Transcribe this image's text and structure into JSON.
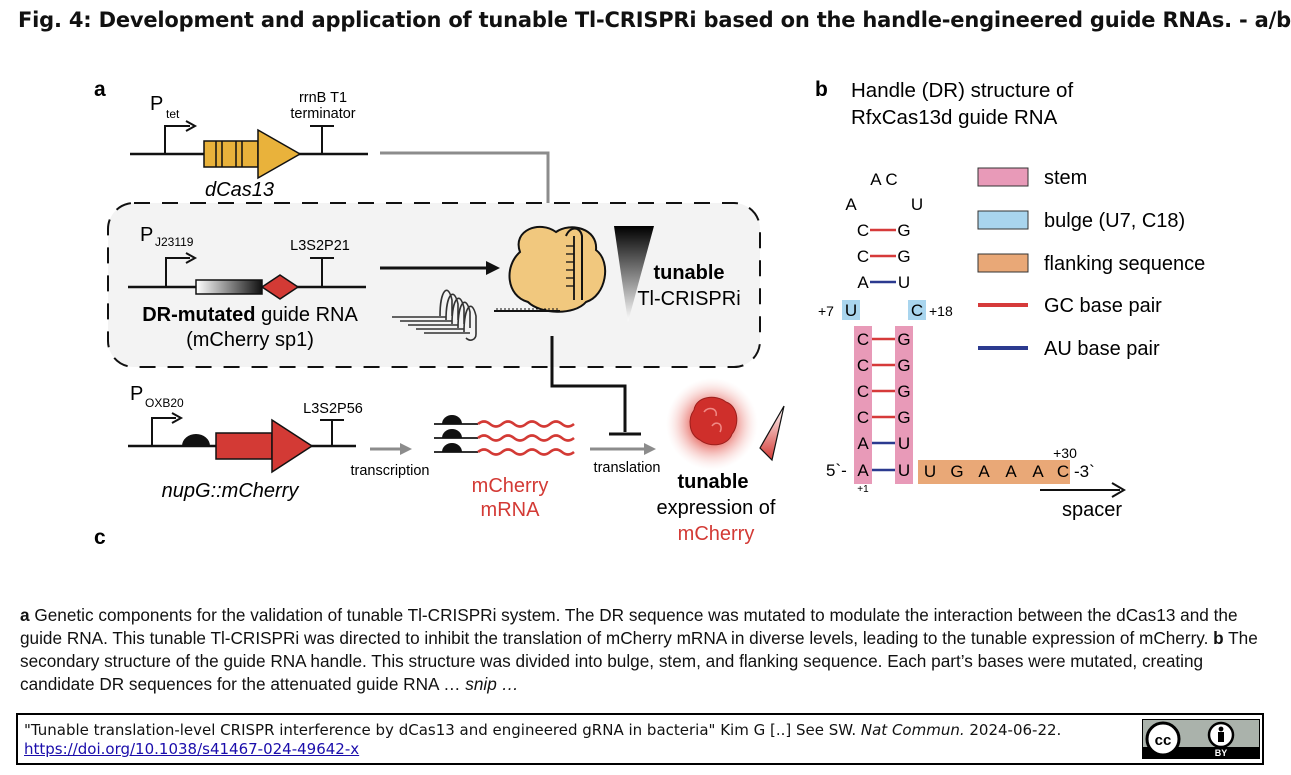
{
  "figure": {
    "title": "Fig. 4: Development and application of tunable Tl-CRISPRi based on the handle-engineered guide RNAs. - a/b",
    "panel_a": {
      "letter": "a",
      "letter_c": "c",
      "ptet": "P",
      "ptet_sub": "tet",
      "terminator_1": "rrnB T1",
      "terminator_2": "terminator",
      "dcas13": "dCas13",
      "pj": "P",
      "pj_sub": "J23119",
      "l3s2p21": "L3S2P21",
      "dr_bold": "DR-mutated",
      "dr_rest": " guide RNA",
      "dr_line2": "(mCherry sp1)",
      "tunable": "tunable",
      "tlcrispri": "Tl-CRISPRi",
      "poxb": "P",
      "poxb_sub": "OXB20",
      "l3s2p56": "L3S2P56",
      "nupg": "nupG::mCherry",
      "transcription": "transcription",
      "mrna_1": "mCherry",
      "mrna_2": "mRNA",
      "translation": "translation",
      "expr_1": "tunable",
      "expr_2": "expression of",
      "expr_3": "mCherry"
    },
    "panel_b": {
      "letter": "b",
      "heading_1": "Handle (DR) structure of",
      "heading_2": "RfxCas13d guide RNA",
      "legend": [
        {
          "label": "stem",
          "color": "#e89ab8",
          "kind": "box"
        },
        {
          "label": "bulge (U7, C18)",
          "color": "#a9d5ee",
          "kind": "box"
        },
        {
          "label": "flanking sequence",
          "color": "#e9a877",
          "kind": "box"
        },
        {
          "label": "GC base pair",
          "color": "#d63a3a",
          "kind": "line"
        },
        {
          "label": "AU base pair",
          "color": "#2b3a8f",
          "kind": "line"
        }
      ],
      "loop_top": "A C",
      "loop_a": "A",
      "loop_u": "U",
      "upper_pairs": [
        [
          "C",
          "G"
        ],
        [
          "C",
          "G"
        ],
        [
          "A",
          "U"
        ]
      ],
      "bulge_left": "U",
      "bulge_right": "C",
      "bulge_left_pos": "+7",
      "bulge_right_pos": "+18",
      "stem_pairs": [
        [
          "C",
          "G"
        ],
        [
          "C",
          "G"
        ],
        [
          "C",
          "G"
        ],
        [
          "C",
          "G"
        ],
        [
          "A",
          "U"
        ]
      ],
      "base_left": "A",
      "base_right": "U",
      "five_prime": "5`-",
      "pos_1": "+1",
      "pos_30": "+30",
      "flank": [
        "U",
        "G",
        "A",
        "A",
        "A",
        "C"
      ],
      "three_prime": "-3`",
      "spacer": "spacer"
    }
  },
  "caption": {
    "a_letter": "a",
    "a_text": " Genetic components for the validation of tunable Tl-CRISPRi system. The DR sequence was mutated to modulate the interaction between the dCas13 and the guide RNA. This tunable Tl-CRISPRi was directed to inhibit the translation of mCherry mRNA in diverse levels, leading to the tunable expression of mCherry. ",
    "b_letter": "b",
    "b_text": " The secondary structure of the guide RNA handle. This structure was divided into bulge, stem, and flanking sequence. Each part’s bases were mutated, creating candidate DR sequences for the attenuated guide RNA … ",
    "snip": "snip …"
  },
  "citation": {
    "line1_a": "\"Tunable translation-level CRISPR interference by dCas13 and engineered gRNA in bacteria\" Kim G [..] See SW. ",
    "journal": "Nat Commun.",
    "line1_b": " 2024-06-22.",
    "doi": "https://doi.org/10.1038/s41467-024-49642-x",
    "license_badge": "BY"
  }
}
